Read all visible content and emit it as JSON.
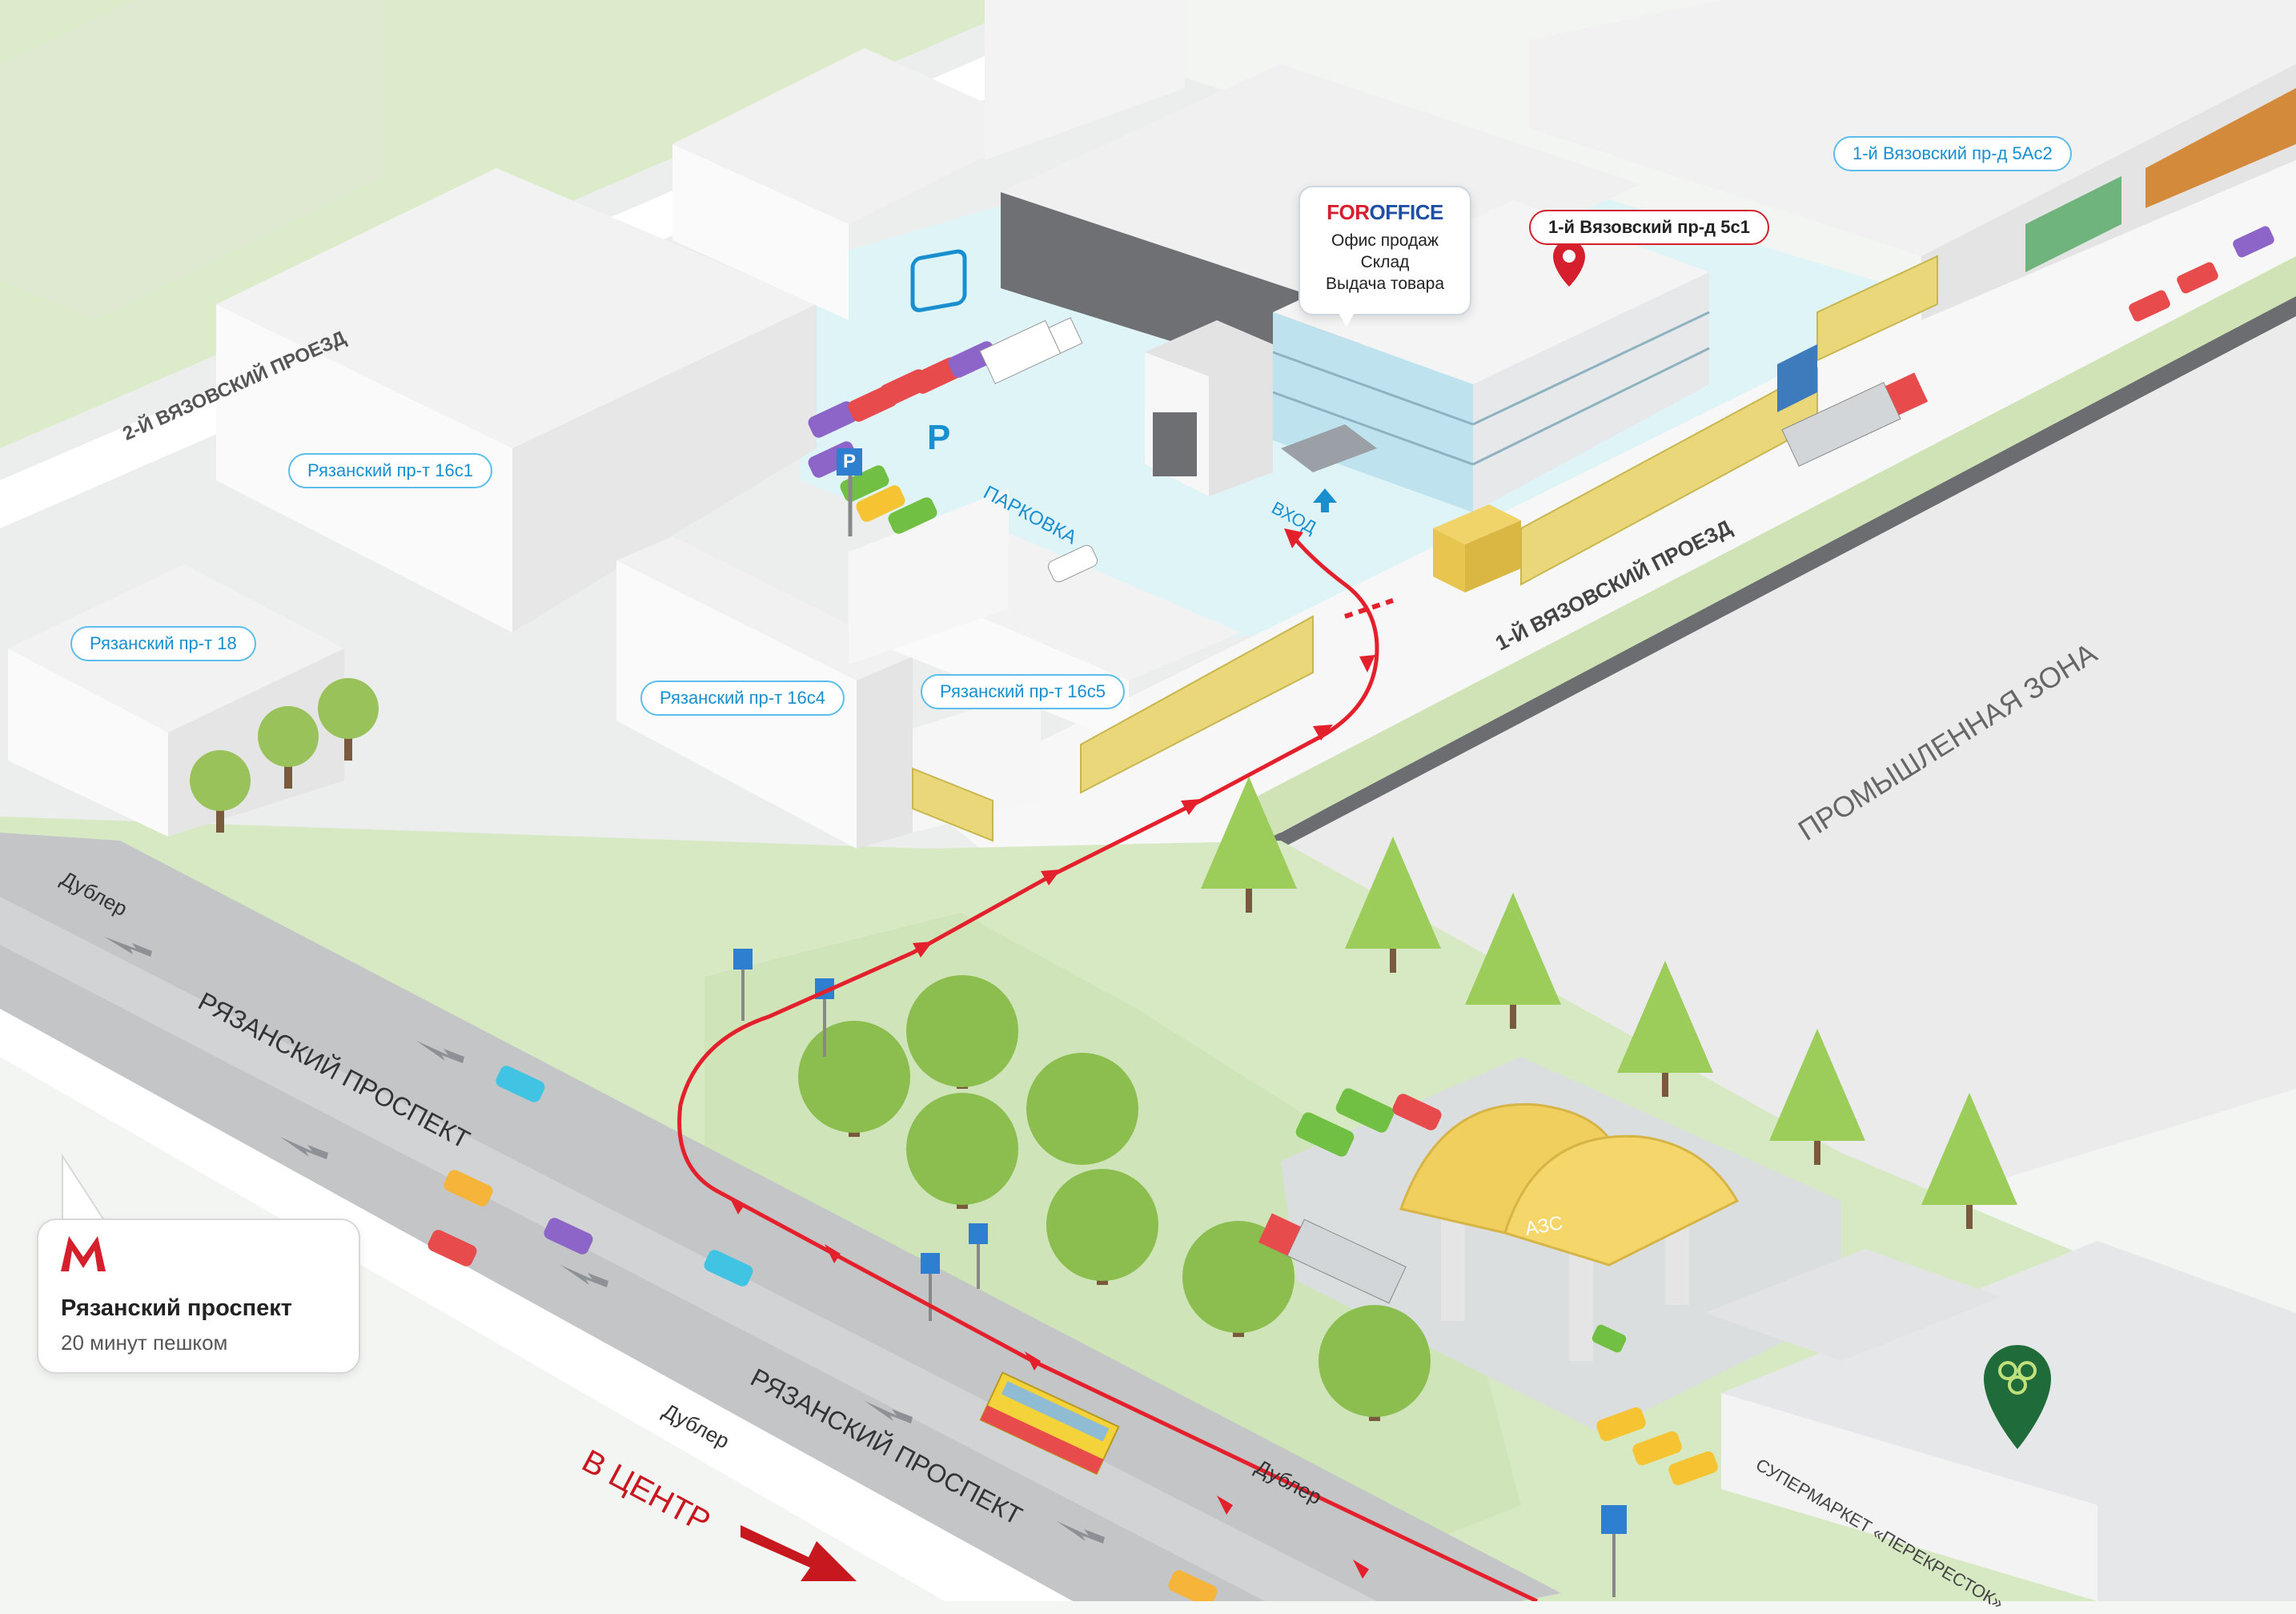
{
  "company": {
    "logo_left": "FOR",
    "logo_right": "OFFICE",
    "services": [
      "Офис продаж",
      "Склад",
      "Выдача товара"
    ],
    "colors": {
      "logo_left": "#d61f2c",
      "logo_right": "#1f4fa3"
    }
  },
  "address_pin": {
    "label": "1-й Вязовский пр-д 5с1",
    "icon": "map-pin-icon"
  },
  "building_labels": [
    "1-й Вязовский пр-д 5Ас2",
    "Рязанский пр-т 16с1",
    "Рязанский пр-т 18",
    "Рязанский пр-т 16с4",
    "Рязанский пр-т 16с5"
  ],
  "streets": {
    "second_vyazovsky": "2-Й ВЯЗОВСКИЙ ПРОЕЗД",
    "first_vyazovsky": "1-Й ВЯЗОВСКИЙ ПРОЕЗД",
    "industrial_zone": "ПРОМЫШЛЕННАЯ ЗОНА",
    "ryazansky_upper": "РЯЗАНСКИЙ ПРОСПЕКТ",
    "ryazansky_lower": "РЯЗАНСКИЙ ПРОСПЕКТ",
    "dubler_1": "Дублер",
    "dubler_2": "Дублер",
    "dubler_3": "Дублер"
  },
  "parking": {
    "symbol": "P",
    "label": "ПАРКОВКА"
  },
  "entrance": {
    "label": "ВХОД"
  },
  "gas_station": {
    "label": "АЗС"
  },
  "supermarket": {
    "label": "СУПЕРМАРКЕТ «ПЕРЕКРЕСТОК»",
    "icon": "perekrestok-pin-icon"
  },
  "to_center": {
    "label": "В ЦЕНТР",
    "icon": "arrow-right-icon"
  },
  "metro": {
    "icon": "metro-m-icon",
    "station": "Рязанский проспект",
    "walk_time": "20 минут пешком"
  },
  "colors": {
    "route": "#e3202b",
    "accent_blue": "#1a8fd0",
    "grass": "#dcebc9",
    "road": "#b7b9bb",
    "building": "#f1f1f1"
  }
}
